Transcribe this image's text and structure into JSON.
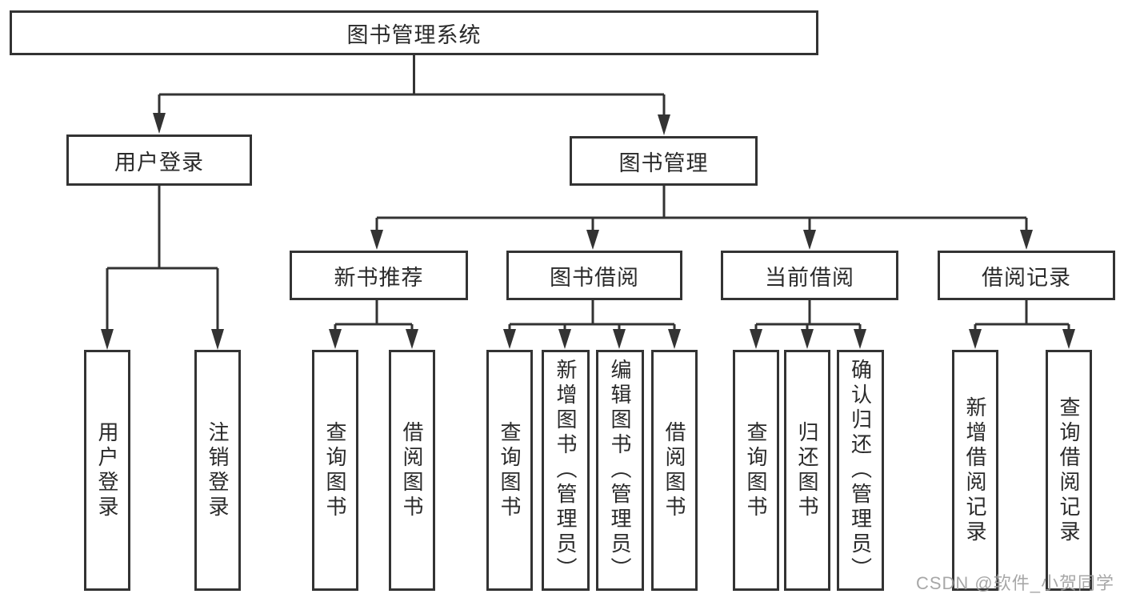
{
  "diagram": {
    "root": {
      "label": "图书管理系统"
    },
    "login_branch": {
      "label": "用户登录",
      "login": "用户登录",
      "logout": "注销登录"
    },
    "management_branch": {
      "label": "图书管理",
      "new_book": {
        "label": "新书推荐",
        "query": "查询图书",
        "borrow": "借阅图书"
      },
      "borrowing": {
        "label": "图书借阅",
        "query": "查询图书",
        "add": "新增图书（管理员）",
        "edit": "编辑图书（管理员）",
        "borrow": "借阅图书"
      },
      "current": {
        "label": "当前借阅",
        "query": "查询图书",
        "return": "归还图书",
        "confirm": "确认归还（管理员）"
      },
      "records": {
        "label": "借阅记录",
        "add": "新增借阅记录",
        "query": "查询借阅记录"
      }
    }
  },
  "watermark": "CSDN @软件_小贺同学",
  "colors": {
    "line": "#333333",
    "text": "#2a2a2a",
    "watermark": "#9e9e9e",
    "background": "#ffffff"
  }
}
